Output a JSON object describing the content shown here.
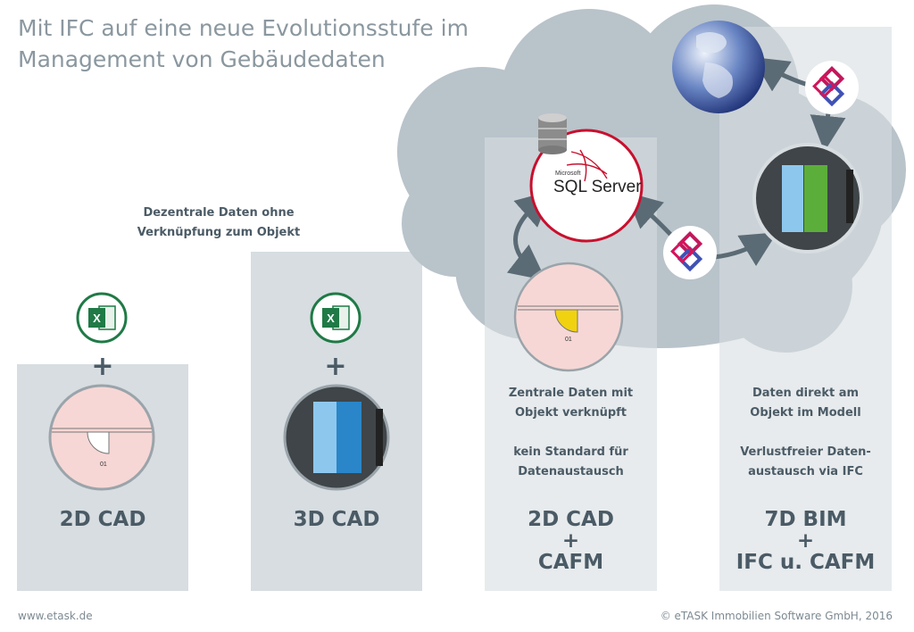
{
  "title": {
    "line1": "Mit IFC auf eine neue Evolutionsstufe im",
    "line2": "Management von Gebäudedaten"
  },
  "note": {
    "line1": "Dezentrale Daten ohne",
    "line2": "Verknüpfung zum Objekt"
  },
  "columns": [
    {
      "label": "2D CAD",
      "plus": "+",
      "room_number": "01"
    },
    {
      "label": "3D CAD",
      "plus": "+"
    },
    {
      "label_line1": "2D CAD",
      "plus_mid": "+",
      "label_line3": "CAFM",
      "desc_line1": "Zentrale Daten mit",
      "desc_line2": "Objekt verknüpft",
      "desc_line3": "kein Standard für",
      "desc_line4": "Datenaustausch",
      "room_number": "01"
    },
    {
      "label_line1": "7D BIM",
      "plus_mid": "+",
      "label_line3": "IFC u. CAFM",
      "desc_line1": "Daten direkt am",
      "desc_line2": "Objekt im Modell",
      "desc_line3": "Verlustfreier Daten-",
      "desc_line4": "austausch via IFC"
    }
  ],
  "sql_server": {
    "microsoft": "Microsoft",
    "label": "SQL Server"
  },
  "footer": {
    "website": "www.etask.de",
    "copyright": "© eTASK Immobilien Software GmbH, 2016"
  },
  "icons": {
    "excel_icon": "excel-icon",
    "ifc_logo": "ifc-logo-icon",
    "database_icon": "database-icon",
    "globe_icon": "globe-icon"
  },
  "colors": {
    "panel": "#d7dde1",
    "cloud": "#b9c3ca",
    "text": "#4b5b66",
    "title": "#8a979f",
    "sql_red": "#c8102e",
    "excel_green": "#1f7a46",
    "ifc_magenta": "#c2185b"
  }
}
